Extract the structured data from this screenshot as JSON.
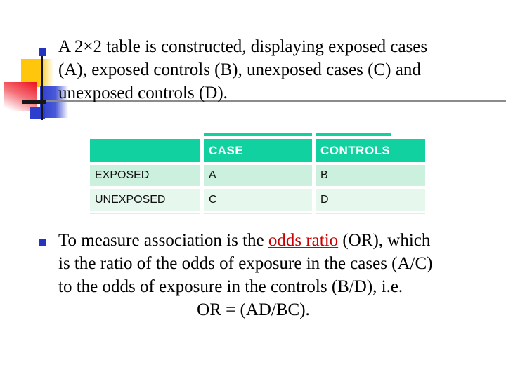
{
  "colors": {
    "header_teal": "#11d1a0",
    "row_exposed_green": "#cbf0de",
    "row_unexposed_green": "#e6f7ee",
    "bullet_blue": "#2433c0",
    "odds_ratio_red": "#cc0000",
    "deco_yellow": "#ffc60b",
    "deco_blue": "#2d3ecf",
    "deco_red": "#ee1826",
    "divider_gray": "#8b8b8b"
  },
  "paragraph1": {
    "lines": [
      "A 2×2 table is constructed, displaying exposed cases",
      "(A), exposed controls (B), unexposed cases (C) and",
      "unexposed controls (D)."
    ]
  },
  "table": {
    "headers": [
      "",
      "CASE",
      "CONTROLS"
    ],
    "rows": [
      {
        "label": "EXPOSED",
        "case": "A",
        "controls": "B"
      },
      {
        "label": "UNEXPOSED",
        "case": "C",
        "controls": "D"
      }
    ]
  },
  "paragraph2": {
    "line1_pre": "To measure association is the ",
    "line1_red": "odds ratio",
    "line1_post": " (OR), which",
    "line2": "is the ratio of the odds of exposure in the cases (A/C)",
    "line3": "to the odds of exposure in the controls (B/D), i.e.",
    "line4": "OR = (AD/BC)."
  }
}
